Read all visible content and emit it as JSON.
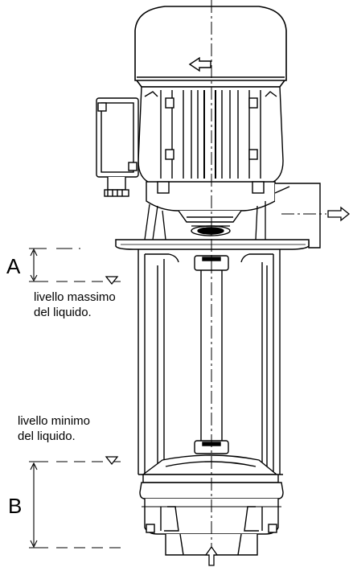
{
  "labels": {
    "dimension_a": "A",
    "dimension_b": "B",
    "max_level_line1": "livello massimo",
    "max_level_line2": "del liquido.",
    "min_level_line1": "livello minimo",
    "min_level_line2": "del liquido."
  },
  "icons": {
    "rotation_arrow": "arrow-left-icon",
    "outlet_arrow": "arrow-right-icon",
    "inlet_arrow": "arrow-up-icon",
    "level_marker": "triangle-down-icon"
  },
  "colors": {
    "line": "#000000",
    "background": "#ffffff"
  }
}
